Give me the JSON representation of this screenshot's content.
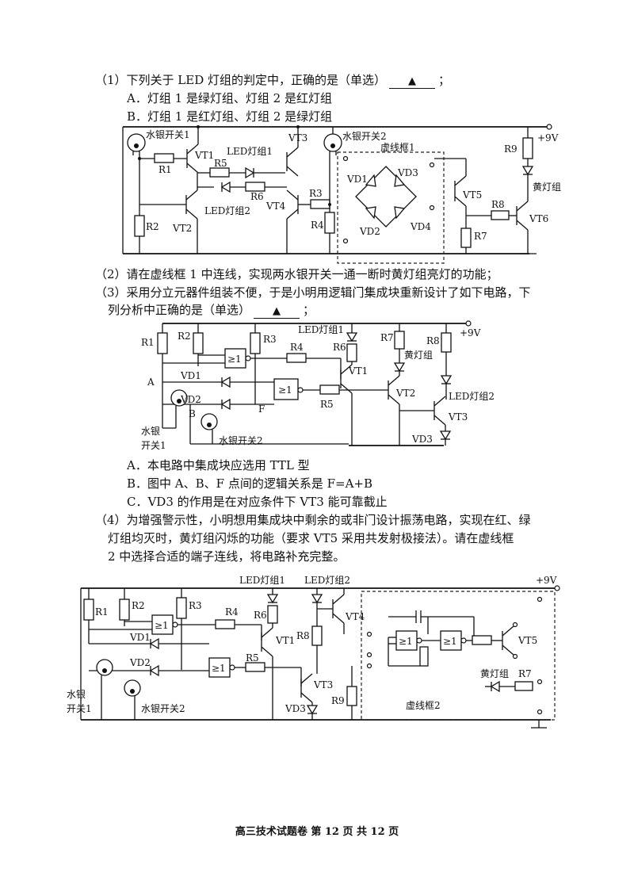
{
  "q1": {
    "stem": "（1）下列关于 LED 灯组的判定中，正确的是（单选）",
    "blank": "▲",
    "tail": "；",
    "options": [
      "A．灯组 1 是绿灯组、灯组 2 是红灯组",
      "B．灯组 1 是红灯组、灯组 2 是绿灯组"
    ]
  },
  "circuit1": {
    "labels": [
      "水银开关1",
      "R1",
      "VT1",
      "R5",
      "LED灯组1",
      "VT3",
      "水银开关2",
      "虚线框1",
      "+9V",
      "R9",
      "黄灯组",
      "VD1",
      "VD3",
      "VT5",
      "R8",
      "VT6",
      "R6",
      "R3",
      "LED灯组2",
      "VT4",
      "R2",
      "VT2",
      "R4",
      "VD2",
      "VD4",
      "R7"
    ]
  },
  "q2": {
    "text": "（2）请在虚线框 1 中连线，实现两水银开关一通一断时黄灯组亮灯的功能；"
  },
  "q3": {
    "line1": "（3）采用分立元器件组装不便，于是小明用逻辑门集成块重新设计了如下电路，下",
    "line2": "列分析中正确的是（单选）",
    "blank": "▲",
    "tail": "；",
    "options": [
      "A．本电路中集成块应选用 TTL 型",
      "B．图中 A、B、F 点间的逻辑关系是 F=A+B",
      "C．VD3 的作用是在对应条件下 VT3 能可靠截止"
    ]
  },
  "circuit2": {
    "labels": [
      "R1",
      "R2",
      "R3",
      "LED灯组1",
      "R6",
      "R7",
      "R8",
      "+9V",
      "R4",
      "VT1",
      "黄灯组",
      "VD1",
      "A",
      "VT2",
      "VD2",
      "B",
      "F",
      "R5",
      "LED灯组2",
      "VT3",
      "水银",
      "开关1",
      "水银开关2",
      "VD3"
    ],
    "gate": "≥1"
  },
  "q4": {
    "lines": [
      "（4）为增强警示性，小明想用集成块中剩余的或非门设计振荡电路，实现在红、绿",
      "灯组均灭时，黄灯组闪烁的功能（要求 VT5 采用共发射极接法）。请在虚线框",
      "2 中选择合适的端子连线，将电路补充完整。"
    ]
  },
  "circuit3": {
    "labels": [
      "LED灯组1",
      "LED灯组2",
      "+9V",
      "R1",
      "R2",
      "R3",
      "R4",
      "R6",
      "VT1",
      "VD1",
      "VD2",
      "R5",
      "VT4",
      "VT3",
      "R8",
      "VD3",
      "R9",
      "水银",
      "开关1",
      "水银开关2",
      "虚线框2",
      "VT5",
      "黄灯组",
      "R7"
    ],
    "gate": "≥1"
  },
  "footer": "高三技术试题卷 第 12 页 共 12 页"
}
